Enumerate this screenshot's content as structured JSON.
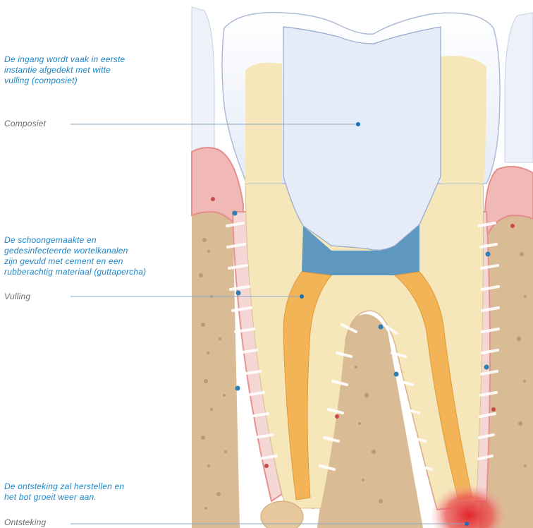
{
  "annotations": [
    {
      "note": "De ingang wordt vaak in eerste\ninstantie afgedekt met witte\nvulling (composiet)",
      "label": "Composiet"
    },
    {
      "note": "De schoongemaakte en\ngedesinfecteerde wortelkanalen\nzijn gevuld met cement en een\nrubberachtig materiaal (guttapercha)",
      "label": "Vulling"
    },
    {
      "note": "De ontsteking zal herstellen en\nhet bot groeit weer aan.",
      "label": "Ontsteking"
    }
  ],
  "colors": {
    "note_text": "#1a86c9",
    "label_text": "#6b6b6b",
    "leader_line": "#8aa9c4",
    "leader_dot": "#1a6fb5",
    "enamel": "#eef2fb",
    "dentin": "#f6e7bb",
    "composite": "#e6ecf7",
    "gutta_percha": "#f2b457",
    "cement_blue": "#5e97c0",
    "gum": "#f0b9b6",
    "bone": "#d9bb95",
    "inflammation": "#e0242a"
  },
  "icons": [
    "tooth-illustration"
  ]
}
